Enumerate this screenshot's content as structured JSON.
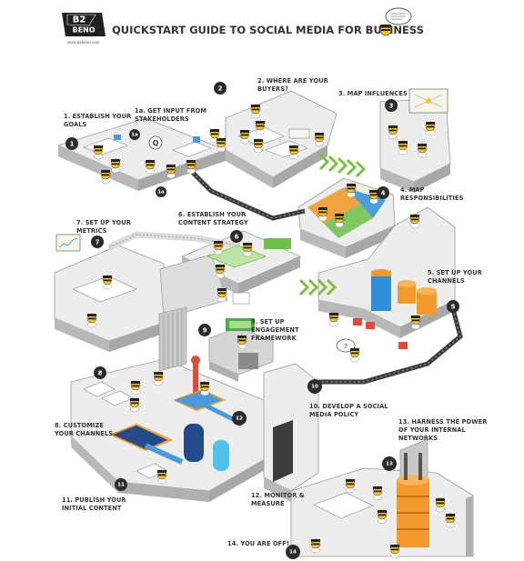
{
  "header": {
    "title": "QUICKSTART GUIDE TO SOCIAL MEDIA FOR BUSINESS",
    "logo_top": "B2",
    "logo_bottom": "BENO",
    "url": "www.b2beno.com"
  },
  "steps": [
    {
      "badge": "1",
      "lines": [
        "1. ESTABLISH YOUR",
        "GOALS"
      ]
    },
    {
      "badge": "1a",
      "lines": [
        "1a. GET INPUT FROM",
        "STAKEHOLDERS"
      ]
    },
    {
      "badge": "2",
      "lines": [
        "2. WHERE ARE YOUR",
        "BUYERS?"
      ]
    },
    {
      "badge": "3",
      "lines": [
        "3. MAP INFLUENCES"
      ]
    },
    {
      "badge": "4",
      "lines": [
        "4. MAP",
        "RESPONSIBILITIES"
      ]
    },
    {
      "badge": "5",
      "lines": [
        "5. SET UP YOUR",
        "CHANNELS"
      ]
    },
    {
      "badge": "6",
      "lines": [
        "6. ESTABLISH YOUR",
        "CONTENT STRATEGY"
      ]
    },
    {
      "badge": "7",
      "lines": [
        "7. SET UP YOUR",
        "METRICS"
      ]
    },
    {
      "badge": "8",
      "lines": [
        "8. CUSTOMIZE",
        "YOUR CHANNELS"
      ]
    },
    {
      "badge": "9",
      "lines": [
        "9. SET UP",
        "ENGAGEMENT",
        "FRAMEWORK"
      ]
    },
    {
      "badge": "10",
      "lines": [
        "10. DEVELOP A SOCIAL",
        "MEDIA POLICY"
      ]
    },
    {
      "badge": "11",
      "lines": [
        "11. PUBLISH YOUR",
        "INITIAL CONTENT"
      ]
    },
    {
      "badge": "12",
      "lines": [
        "12. MONITOR &",
        "MEASURE"
      ]
    },
    {
      "badge": "13",
      "lines": [
        "13. HARNESS THE POWER",
        "OF YOUR INTERNAL",
        "NETWORKS"
      ]
    },
    {
      "badge": "14",
      "lines": [
        "14. YOU ARE OFF!"
      ]
    }
  ],
  "extra_badges": [
    "1a"
  ],
  "glyphs": {
    "question": "Q",
    "question_alt": "?"
  },
  "colors": {
    "text": "#333333",
    "floor_top": "#ededed",
    "floor_side": "#b9b9b9",
    "floor_edge": "#9a9a9a",
    "badge": "#2b2b2b",
    "character": "#f5c431",
    "arrow": "#79c141",
    "orange": "#f29a2e",
    "blue": "#2f8fd6",
    "green": "#6cc04a",
    "logo": "#20201f"
  }
}
